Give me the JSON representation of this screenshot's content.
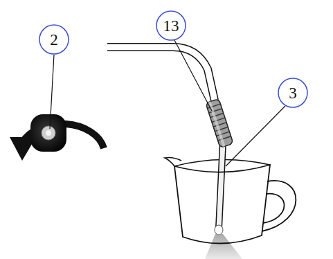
{
  "diagram": {
    "nodes": [
      {
        "text": [
          "2"
        ]
      },
      {
        "text": [
          "13"
        ]
      },
      {
        "text": [
          "3"
        ]
      }
    ]
  }
}
